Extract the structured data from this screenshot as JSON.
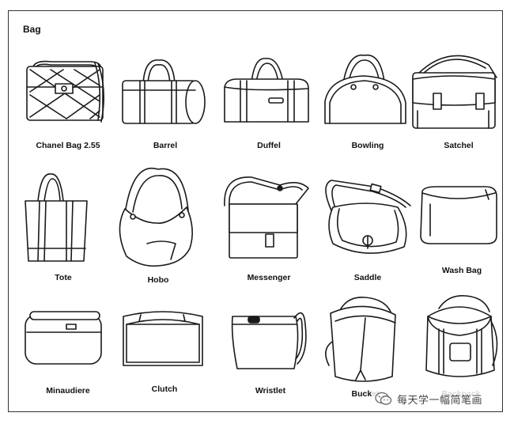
{
  "title": "Bag",
  "items": [
    {
      "label": "Chanel Bag 2.55"
    },
    {
      "label": "Barrel"
    },
    {
      "label": "Duffel"
    },
    {
      "label": "Bowling"
    },
    {
      "label": "Satchel"
    },
    {
      "label": "Tote"
    },
    {
      "label": "Hobo"
    },
    {
      "label": "Messenger"
    },
    {
      "label": "Saddle"
    },
    {
      "label": "Wash Bag"
    },
    {
      "label": "Minaudiere"
    },
    {
      "label": "Clutch"
    },
    {
      "label": "Wristlet"
    },
    {
      "label": "Bucket"
    },
    {
      "label": "Backpack"
    }
  ],
  "watermark": {
    "text": "每天学一幅简笔画",
    "icon": "wechat-icon"
  }
}
